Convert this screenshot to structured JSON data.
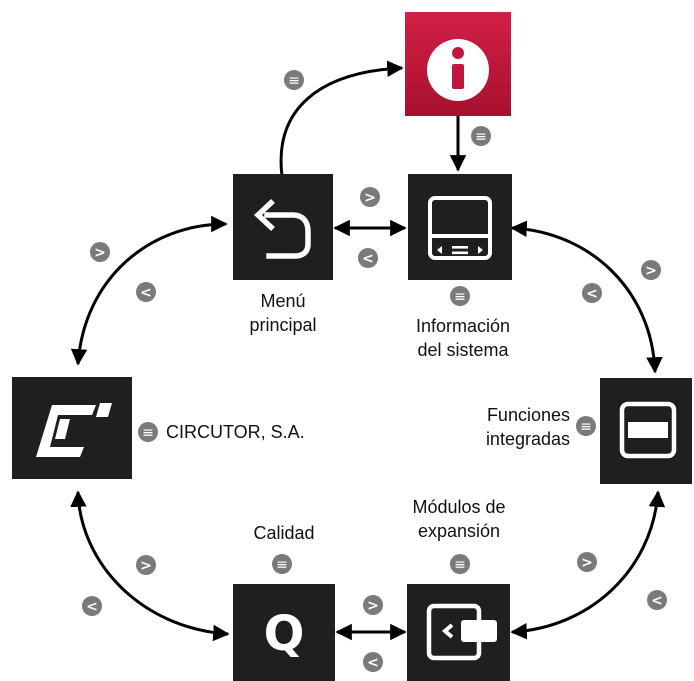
{
  "nodes": {
    "info": {
      "icon": "info-icon",
      "color": "#c1173f"
    },
    "main_menu": {
      "icon": "back-arrow-icon",
      "label_lines": [
        "Menú",
        "principal"
      ]
    },
    "system_info": {
      "icon": "screen-keys-icon",
      "label_lines": [
        "Información",
        "del sistema"
      ]
    },
    "circutor": {
      "icon": "circutor-logo-icon",
      "label": "CIRCUTOR, S.A."
    },
    "integrated_functions": {
      "icon": "window-bar-icon",
      "label_lines": [
        "Funciones",
        "integradas"
      ]
    },
    "quality": {
      "icon": "q-letter-icon",
      "label": "Calidad",
      "letter": "Q"
    },
    "expansion_modules": {
      "icon": "module-insert-icon",
      "label_lines": [
        "Módulos de",
        "expansión"
      ]
    }
  },
  "key_glyphs": {
    "next": ">",
    "prev": "<",
    "enter": "≡"
  },
  "colors": {
    "tile": "#1f1f1f",
    "key_button": "#7a7a7a",
    "line": "#000000"
  }
}
